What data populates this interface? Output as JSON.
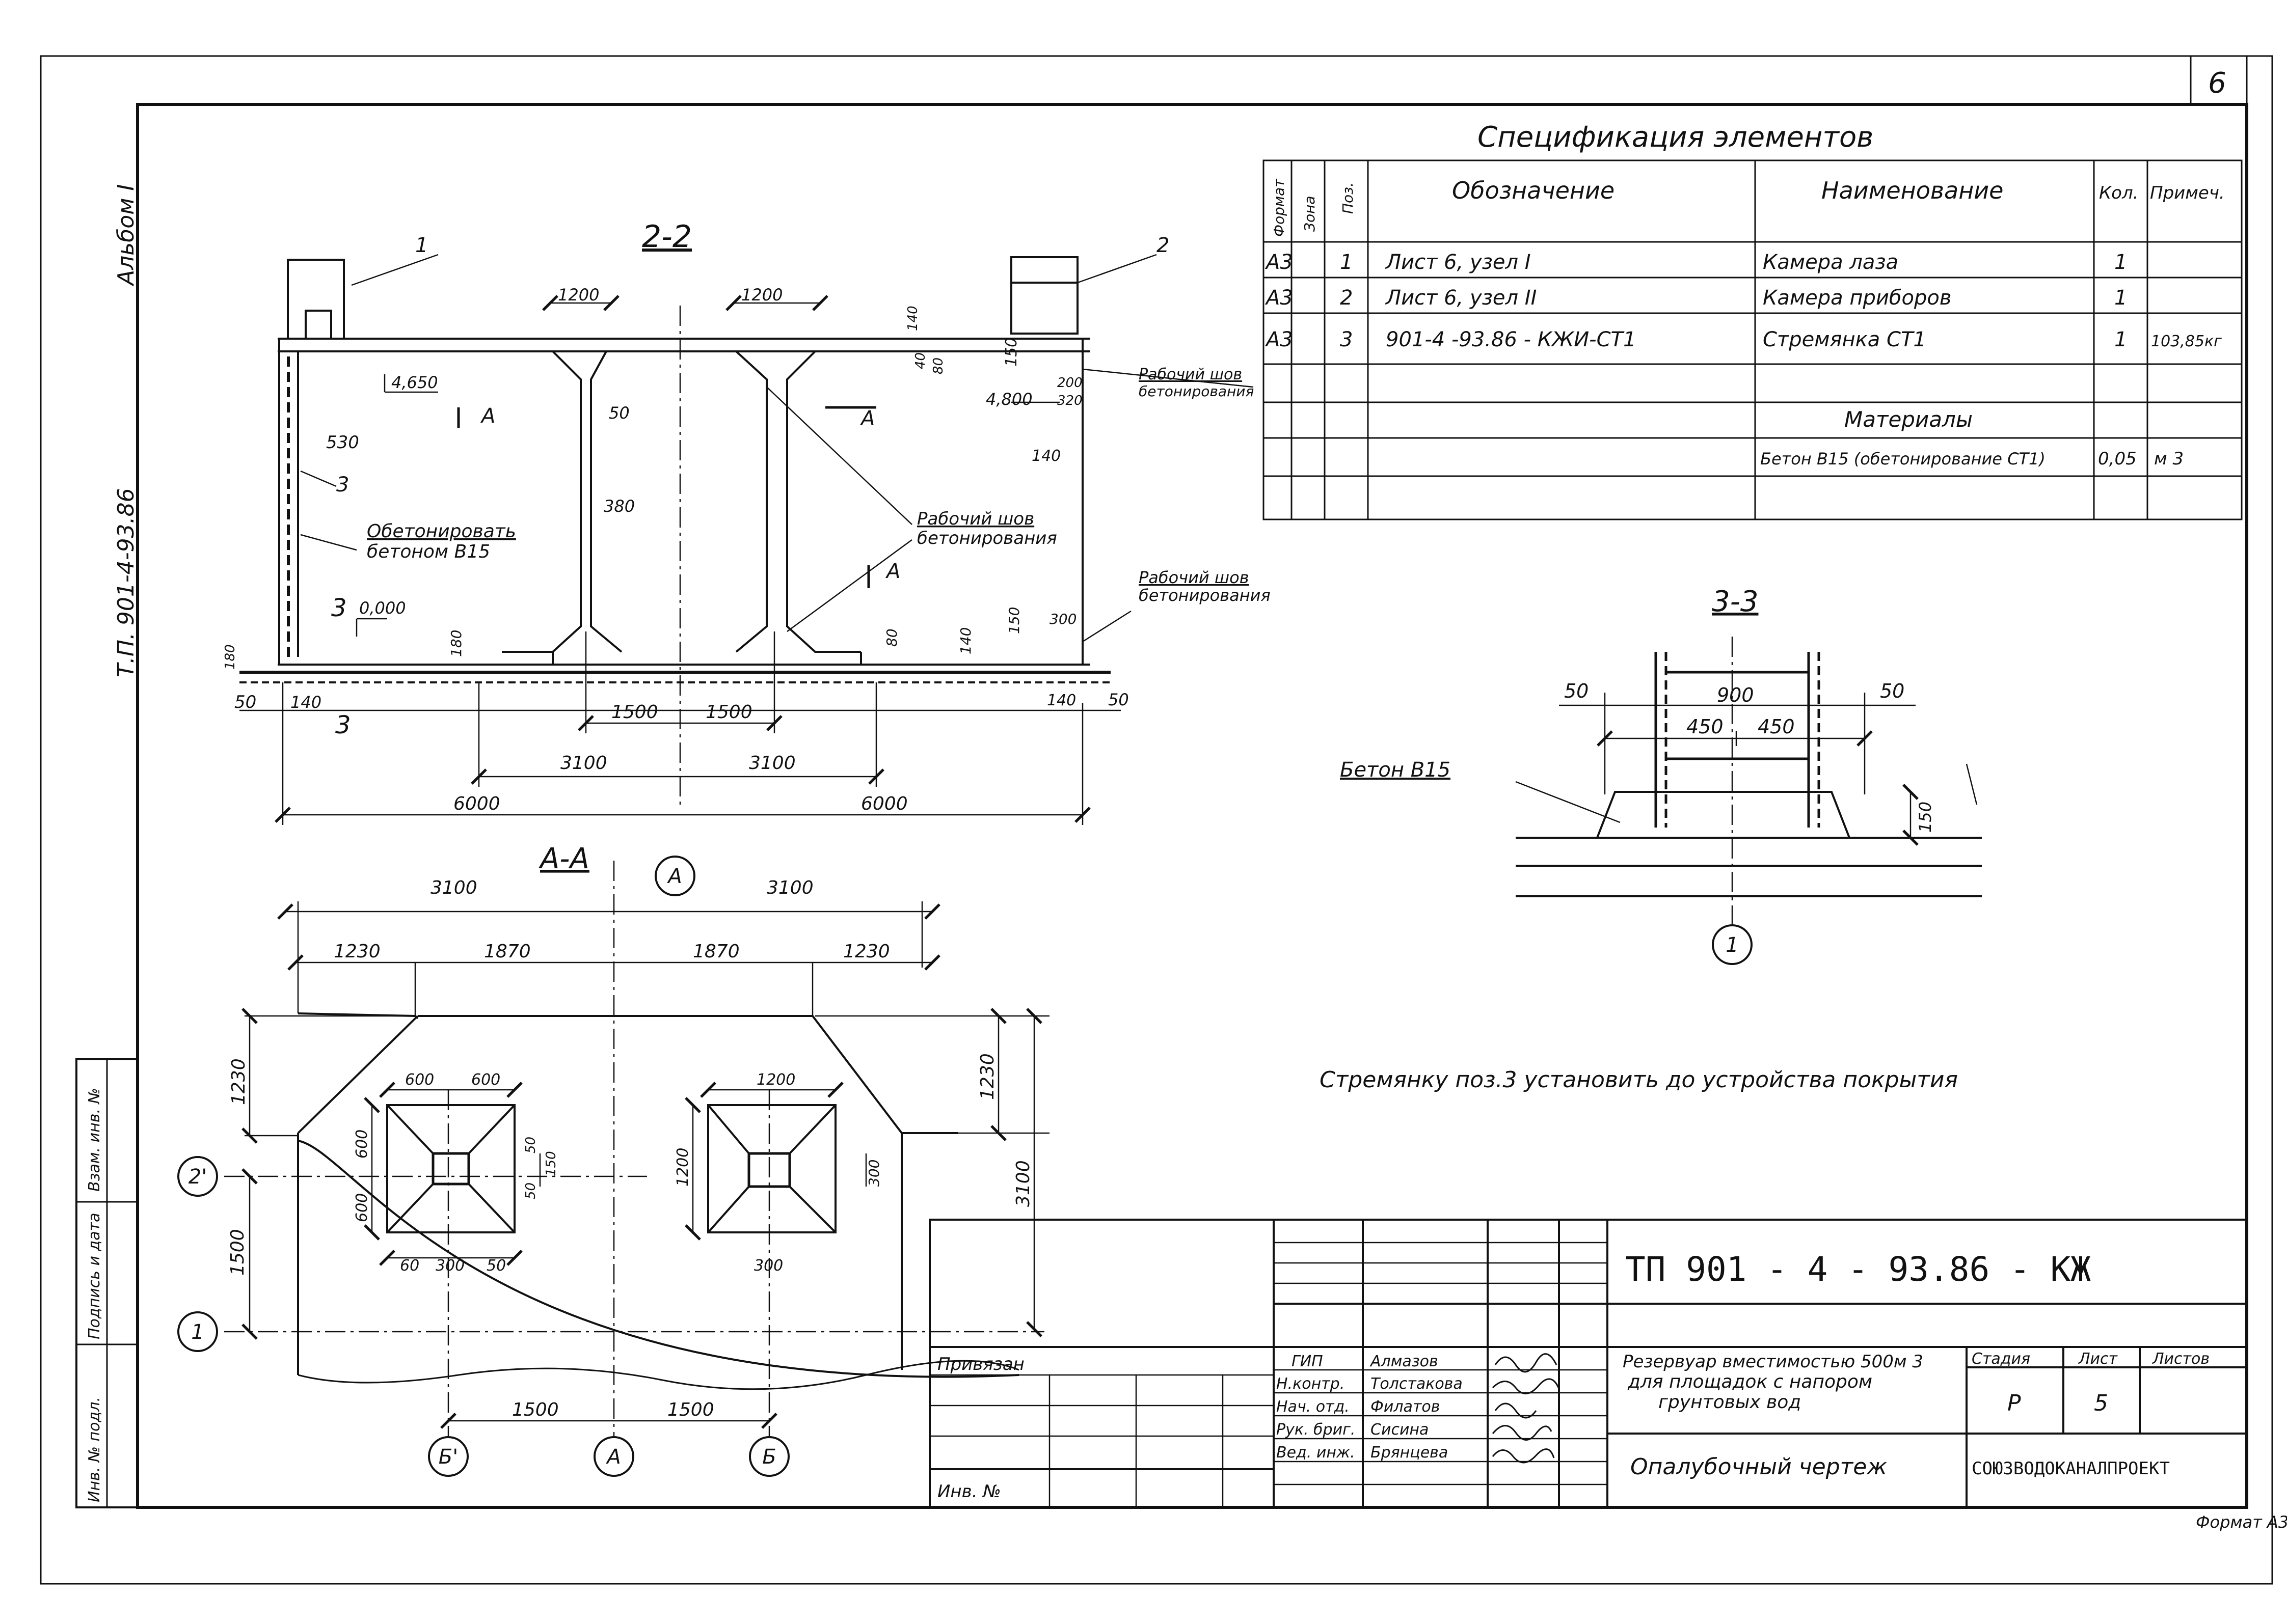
{
  "sheet": {
    "page_number": "6",
    "album_label": "Альбом I",
    "tp_label": "Т.П. 901-4-93.86",
    "format_label": "Формат А3"
  },
  "spec": {
    "title": "Спецификация  элементов",
    "headers": [
      "Формат",
      "Зона",
      "Поз.",
      "Обозначение",
      "Наименование",
      "Кол.",
      "Примеч."
    ],
    "rows": [
      {
        "format": "А3",
        "zone": "",
        "pos": "1",
        "designation": "Лист 6,   узел I",
        "name": "Камера  лаза",
        "qty": "1",
        "note": ""
      },
      {
        "format": "А3",
        "zone": "",
        "pos": "2",
        "designation": "Лист 6,   узел II",
        "name": "Камера  приборов",
        "qty": "1",
        "note": ""
      },
      {
        "format": "А3",
        "zone": "",
        "pos": "3",
        "designation": "901-4 -93.86 - КЖИ-СТ1",
        "name": "Стремянка  СТ1",
        "qty": "1",
        "note": "103,85кг"
      }
    ],
    "materials_header": "Материалы",
    "material_row": {
      "name": "Бетон В15 (обетонирование СТ1)",
      "qty": "0,05",
      "note": "м 3"
    }
  },
  "section22": {
    "title": "2-2",
    "labels": {
      "pos1": "1",
      "pos2": "2",
      "pos3": "3",
      "dim_1200a": "1200",
      "dim_1200b": "1200",
      "elev_4650": "4,650",
      "elev_4800": "4,800",
      "elev_0000": "0,000",
      "dim_530": "530",
      "dim_50a": "50",
      "dim_380": "380",
      "dim_140a": "140",
      "dim_40": "40",
      "dim_80": "80",
      "dim_150a": "150",
      "dim_200": "200",
      "dim_320": "320",
      "dim_140b": "140",
      "dim_180a": "180",
      "dim_180b": "180",
      "dim_80b": "80",
      "dim_140c": "140",
      "dim_150b": "150",
      "dim_300": "300",
      "dim_50b": "50",
      "dim_140d": "140",
      "dim_140e": "140",
      "dim_50c": "50",
      "dim_1500a": "1500",
      "dim_1500b": "1500",
      "dim_3100a": "3100",
      "dim_3100b": "3100",
      "dim_6000a": "6000",
      "dim_6000b": "6000",
      "sec_A_left": "А",
      "sec_A_right": "А",
      "sec_A_mid": "А",
      "sec_3_top": "3",
      "sec_3_bot": "3"
    },
    "note_concrete": [
      "Обетонировать",
      "бетоном В15"
    ],
    "seam_label_1": [
      "Рабочий шов",
      "бетонирования"
    ],
    "seam_label_2": [
      "Рабочий шов",
      "бетонирования"
    ],
    "seam_label_3": [
      "Рабочий шов",
      "бетонирования"
    ]
  },
  "sectionAA": {
    "title": "А-А",
    "labels": {
      "dim_3100a": "3100",
      "dim_3100b": "3100",
      "dim_1230a": "1230",
      "dim_1870a": "1870",
      "dim_1870b": "1870",
      "dim_1230b": "1230",
      "dim_1230c": "1230",
      "dim_1230d": "1230",
      "dim_1500": "1500",
      "dim_3100c": "3100",
      "dim_600a": "600",
      "dim_600b": "600",
      "dim_600c": "600",
      "dim_600d": "600",
      "dim_50a": "50",
      "dim_150": "150",
      "dim_50b": "50",
      "dim_60": "60",
      "dim_300a": "300",
      "dim_50c": "50",
      "dim_1200a": "1200",
      "dim_1200b": "1200",
      "dim_300b": "300",
      "dim_300c": "300",
      "dim_1500a": "1500",
      "dim_1500b": "1500"
    },
    "axes": {
      "a_top": "А",
      "a_bot": "А",
      "b1": "Б'",
      "b": "Б",
      "two1": "2'",
      "one": "1"
    }
  },
  "section33": {
    "title": "3-3",
    "labels": {
      "dim_50a": "50",
      "dim_900": "900",
      "dim_50b": "50",
      "dim_450a": "450",
      "dim_450b": "450",
      "dim_150": "150",
      "concrete": "Бетон В15",
      "axis": "1"
    }
  },
  "note": "Стремянку поз.3 установить  до  устройства  покрытия",
  "stamp": {
    "code": "ТП 901 - 4 - 93.86 - КЖ",
    "description": [
      "Резервуар вместимостью 500м 3",
      "для площадок с напором",
      "грунтовых вод"
    ],
    "drawing_title": "Опалубочный  чертеж",
    "stage_header": "Стадия",
    "sheet_header": "Лист",
    "sheets_header": "Листов",
    "stage": "Р",
    "sheet": "5",
    "sheets": "",
    "org": "СОЮЗВОДОКАНАЛПРОЕКТ",
    "bound_label": "Привязан",
    "inv_label": "Инв. №",
    "roles": [
      "ГИП",
      "Н.контр.",
      "Нач. отд.",
      "Рук. бриг.",
      "Вед. инж."
    ],
    "names": [
      "Алмазов",
      "Толстакова",
      "Филатов",
      "Сисина",
      "Брянцева"
    ]
  },
  "side_block": [
    "Взам. инв. №",
    "Подпись и дата",
    "Инв. № подл."
  ]
}
